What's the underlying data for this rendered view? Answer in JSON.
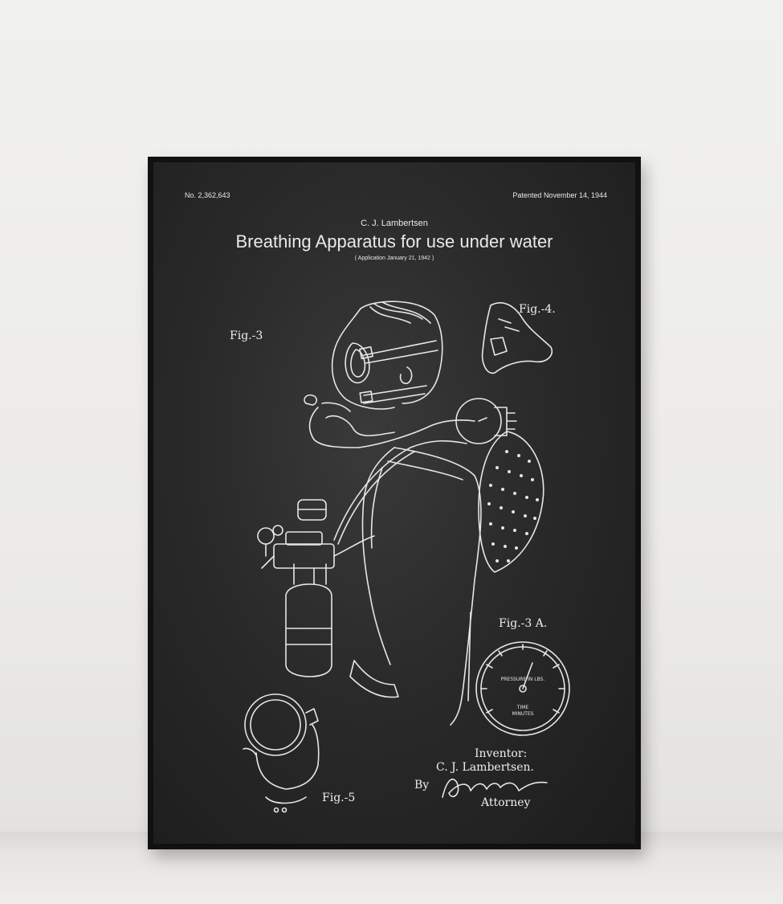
{
  "poster": {
    "patent_number": "No. 2,362,643",
    "patent_date": "Patented November 14, 1944",
    "inventor": "C. J. Lambertsen",
    "title": "Breathing Apparatus for use under water",
    "application": "( Application January 21, 1942 )"
  },
  "drawing": {
    "fig3": "Fig.-3",
    "fig4": "Fig.-4.",
    "fig3a": "Fig.-3 A.",
    "fig5": "Fig.-5",
    "gauge": {
      "line1": "PRESSURE IN LBS.",
      "line2": "TIME",
      "line3": "MINUTES"
    }
  },
  "signature": {
    "inventor_label": "Inventor:",
    "inventor_name": "C. J. Lambertsen.",
    "by": "By",
    "attorney": "Attorney"
  },
  "colors": {
    "board": "#2a2a2a",
    "chalk": "#e9e9e9",
    "frame": "#111111",
    "wall": "#efefed"
  }
}
